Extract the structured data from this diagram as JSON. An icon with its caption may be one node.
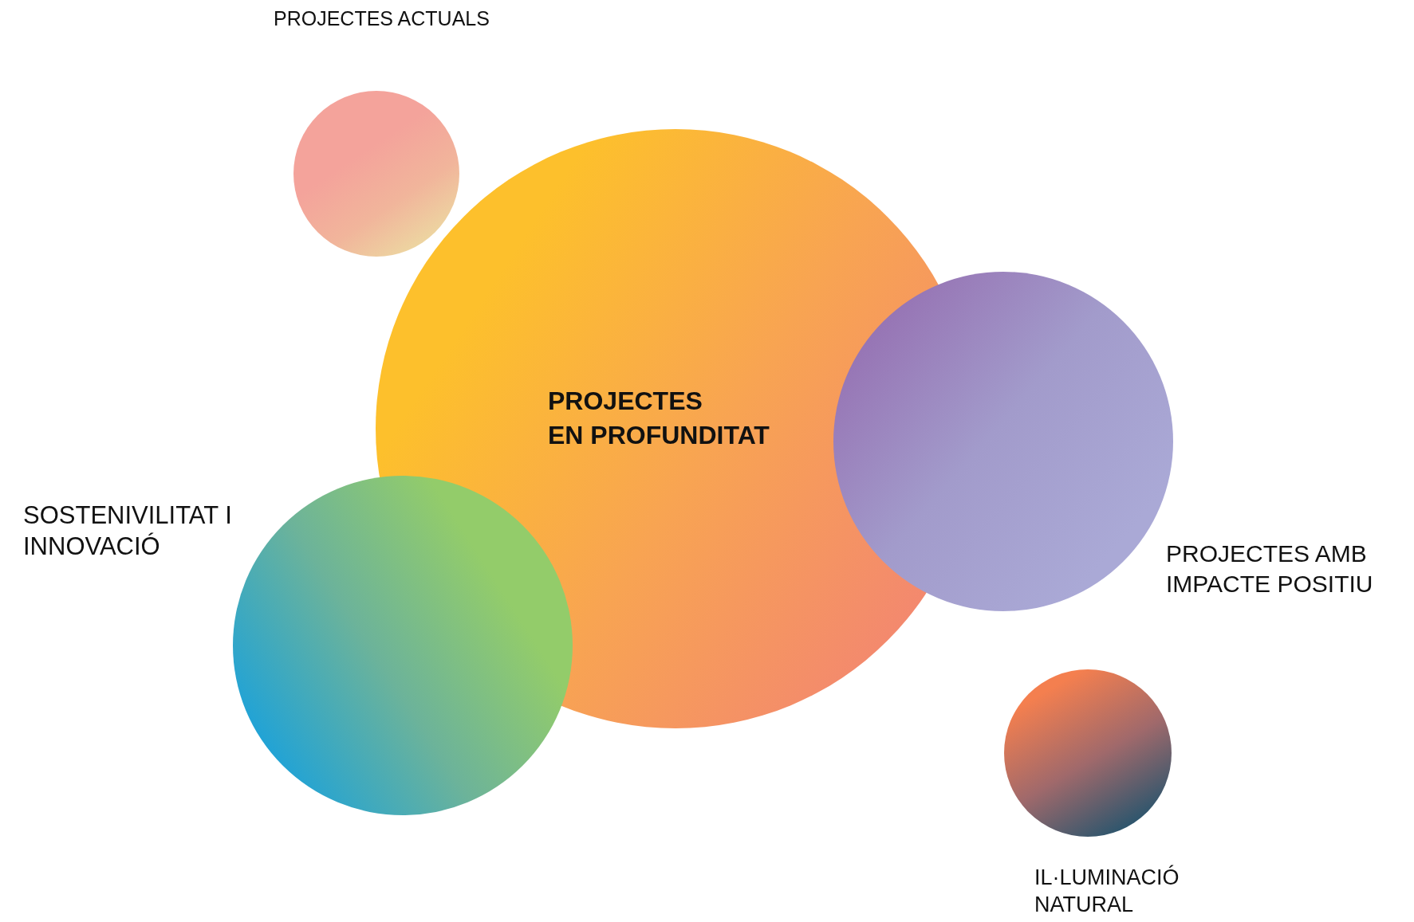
{
  "diagram": {
    "nodes": [
      {
        "text": [],
        "shape": "circle",
        "beside": [
          "PROJECTES ACTUALS"
        ]
      },
      {
        "text": [
          "PROJECTES EN PROFUNDITAT"
        ]
      },
      {
        "text": [],
        "shape": "circle",
        "beside": [
          "PROJECTES AMB IMPACTE POSITIU"
        ]
      },
      {
        "text": [],
        "shape": "circle",
        "beside": [
          "SOSTENIVILITAT I INNOVACIÓ"
        ]
      },
      {
        "text": [],
        "shape": "circle",
        "beside": [
          "IL·LUMINACIÓ NATURAL"
        ]
      }
    ]
  }
}
